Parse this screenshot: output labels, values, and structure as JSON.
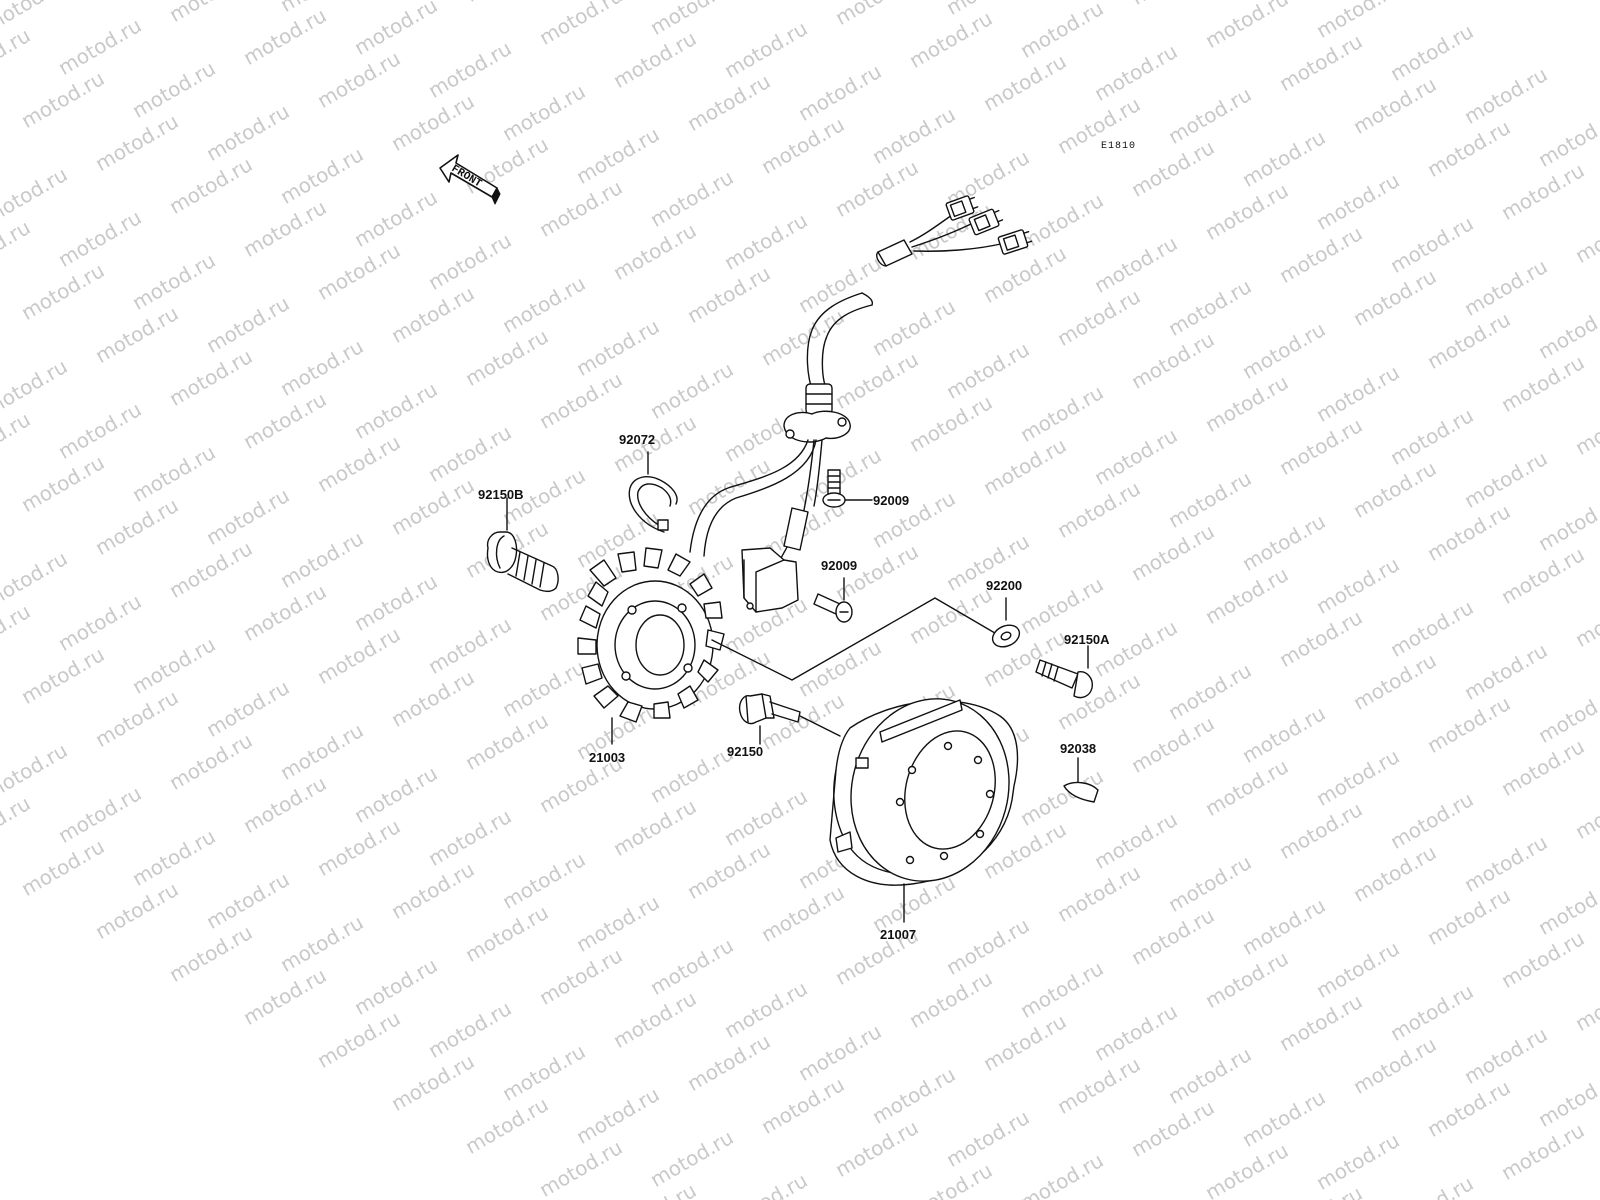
{
  "watermark": {
    "text": "motod.ru"
  },
  "diagram": {
    "code": "E1810",
    "front_label": "FRONT",
    "parts": [
      {
        "id": "p-92072",
        "number": "92072"
      },
      {
        "id": "p-92150b",
        "number": "92150B"
      },
      {
        "id": "p-92009a",
        "number": "92009"
      },
      {
        "id": "p-92009b",
        "number": "92009"
      },
      {
        "id": "p-92200",
        "number": "92200"
      },
      {
        "id": "p-92150a",
        "number": "92150A"
      },
      {
        "id": "p-21003",
        "number": "21003"
      },
      {
        "id": "p-92150",
        "number": "92150"
      },
      {
        "id": "p-92038",
        "number": "92038"
      },
      {
        "id": "p-21007",
        "number": "21007"
      }
    ]
  }
}
